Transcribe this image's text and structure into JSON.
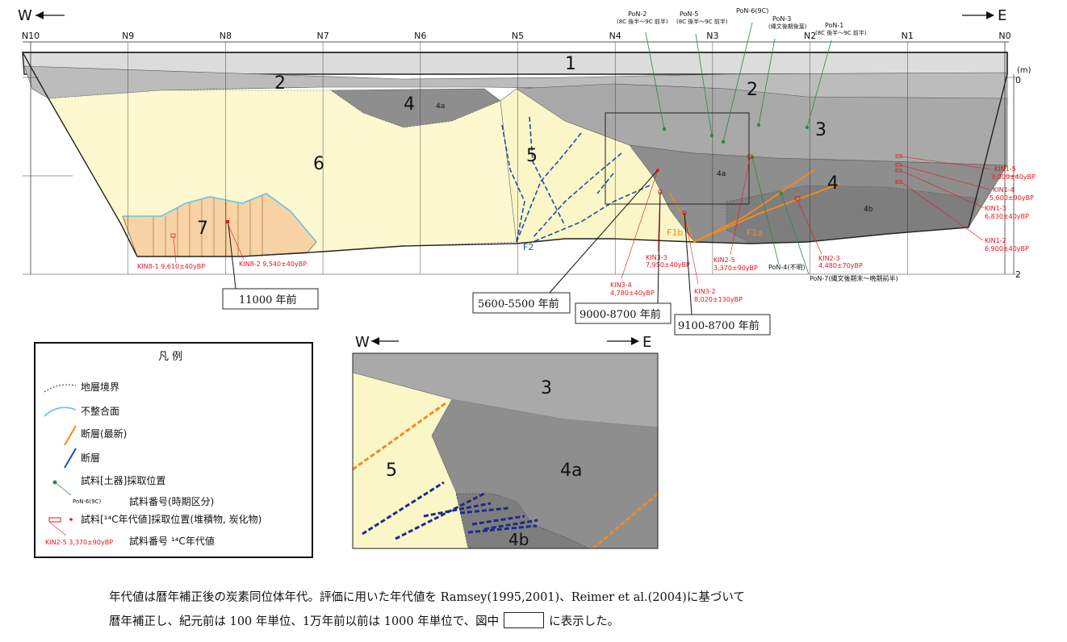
{
  "directions": {
    "west": "W",
    "east": "E"
  },
  "stations": [
    "N10",
    "N9",
    "N8",
    "N7",
    "N6",
    "N5",
    "N4",
    "N3",
    "N2",
    "N1",
    "N0"
  ],
  "depth_axis": {
    "unit": "(m)",
    "ticks": [
      "0",
      "2"
    ]
  },
  "units": {
    "u1": "1",
    "u2a": "2",
    "u2b": "2",
    "u3": "3",
    "u4": "4",
    "u4a_small": "4a",
    "u4a": "4a",
    "u4b": "4b",
    "u4_east": "4",
    "u5": "5",
    "u6": "6",
    "u7": "7"
  },
  "faults": {
    "f1a": "F1a",
    "f1b": "F1b",
    "f2": "F2"
  },
  "pottery_samples": [
    {
      "id": "PoN-2",
      "label": "PoN-2",
      "note": "(8C 後半～9C 前半)"
    },
    {
      "id": "PoN-5",
      "label": "PoN-5",
      "note": "(8C 後半～9C 前半)"
    },
    {
      "id": "PoN-6",
      "label": "PoN-6(9C)",
      "note": ""
    },
    {
      "id": "PoN-3",
      "label": "PoN-3",
      "note": "(縄文後期後葉)"
    },
    {
      "id": "PoN-1",
      "label": "PoN-1",
      "note": "(8C 後半～9C 前半)"
    },
    {
      "id": "PoN-4",
      "label": "PoN-4(不明)",
      "note": ""
    },
    {
      "id": "PoN-7",
      "label": "PoN-7(縄文後期末～晩期前半)",
      "note": ""
    }
  ],
  "c14_samples": [
    {
      "id": "KIN8-1",
      "text": "KIN8-1  9,610±40yBP"
    },
    {
      "id": "KIN8-2",
      "text": "KIN8-2  9,540±40yBP"
    },
    {
      "id": "KIN3-4",
      "name": "KIN3-4",
      "age": "4,780±40yBP"
    },
    {
      "id": "KIN3-3",
      "name": "KIN3-3",
      "age": "7,950±40yBP"
    },
    {
      "id": "KIN3-2",
      "name": "KIN3-2",
      "age": "8,020±130yBP"
    },
    {
      "id": "KIN2-5",
      "name": "KIN2-5",
      "age": "3,370±90yBP"
    },
    {
      "id": "KIN2-3",
      "name": "KIN2-3",
      "age": "4,480±70yBP"
    },
    {
      "id": "KIN1-5",
      "name": "KIN1-5",
      "age": "3,000±40yBP"
    },
    {
      "id": "KIN1-4",
      "name": "KIN1-4",
      "age": "5,600±90yBP"
    },
    {
      "id": "KIN1-3",
      "name": "KIN1-3",
      "age": "6,830±40yBP"
    },
    {
      "id": "KIN1-2",
      "name": "KIN1-2",
      "age": "6,900±40yBP"
    }
  ],
  "age_callouts": {
    "a11000": "11000 年前",
    "a5600": "5600-5500 年前",
    "a9000": "9000-8700 年前",
    "a9100": "9100-8700 年前"
  },
  "legend": {
    "title": "凡 例",
    "boundary": "地層境界",
    "unconformity": "不整合面",
    "fault_latest": "断層(最新)",
    "fault": "断層",
    "pottery_location": "試料[土器]採取位置",
    "pottery_example_label": "PoN-6(9C)",
    "pottery_number": "試料番号(時期区分)",
    "c14_location": "試料[¹⁴C年代値]採取位置(堆積物, 炭化物)",
    "c14_example_label": "KIN2-5  3,370±90yBP",
    "c14_number": "試料番号 ¹⁴C年代値"
  },
  "inset": {
    "west": "W",
    "east": "E",
    "u3": "3",
    "u4a": "4a",
    "u4b": "4b",
    "u5": "5"
  },
  "caption": {
    "line1": "年代値は暦年補正後の炭素同位体年代。評価に用いた年代値を Ramsey(1995,2001)、Reimer et al.(2004)に基づいて",
    "line2a": "暦年補正し、紀元前は 100 年単位、1万年前以前は 1000 年単位で、図中",
    "line2b": "に表示した。"
  },
  "colors": {
    "unit1": "#dcdcdc",
    "unit2": "#bcbcbc",
    "unit3": "#a9a9a9",
    "unit4": "#8e8e8e",
    "unit5": "#fbf6c8",
    "unit6": "#fdf8cf",
    "unit7": "#f7d3a6",
    "fault_latest": "#f08a24",
    "fault": "#1f4fa8",
    "unconformity": "#69c2e6",
    "pottery": "#2b8a3e",
    "c14": "#e8141e"
  }
}
